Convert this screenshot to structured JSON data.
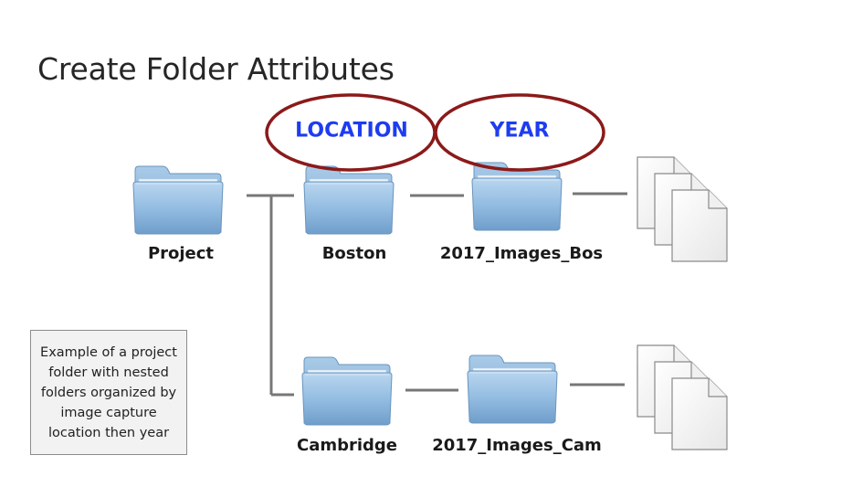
{
  "title": "Create Folder Attributes",
  "attributes": {
    "location": "LOCATION",
    "year": "YEAR"
  },
  "folders": {
    "project": "Project",
    "boston": "Boston",
    "boston_year": "2017_Images_Bos",
    "cambridge": "Cambridge",
    "cambridge_year": "2017_Images_Cam"
  },
  "note": "Example of a project folder with nested folders organized by image capture location then year",
  "colors": {
    "ellipse_stroke": "#8b1a1a",
    "attribute_text": "#1e3cf0",
    "connector": "#777777",
    "folder_blue": "#8fb8dc"
  }
}
